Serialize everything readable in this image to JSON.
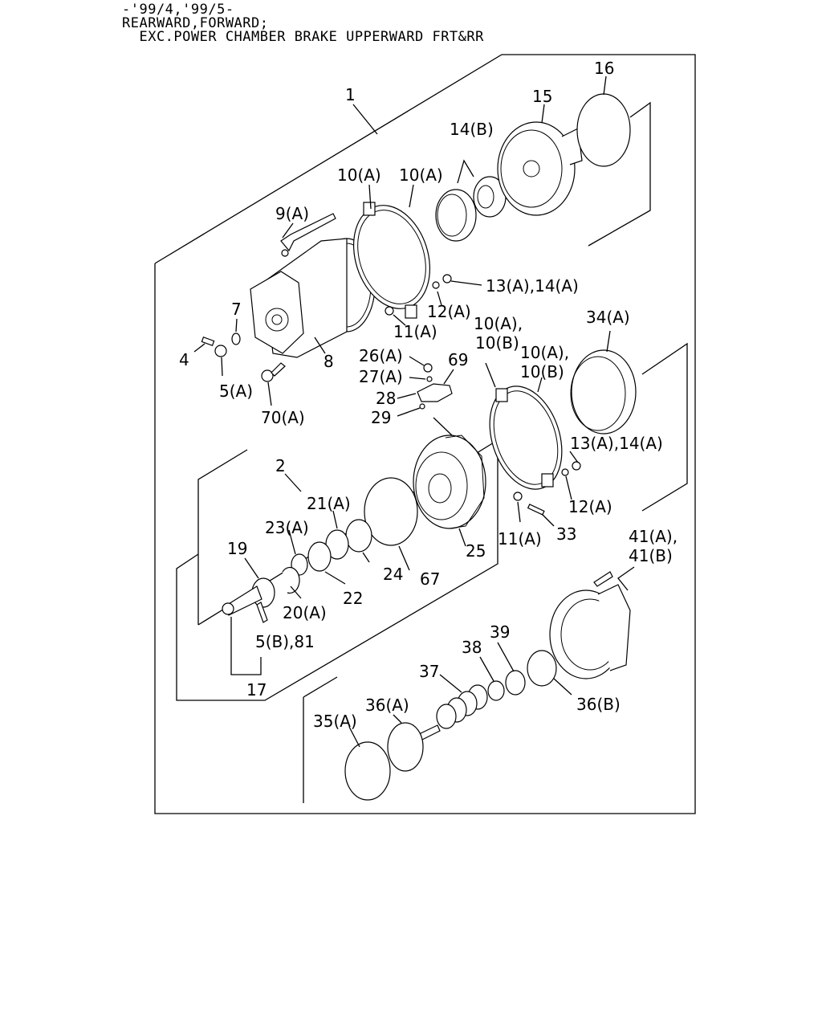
{
  "header": {
    "line1": "-'99/4,'99/5-",
    "line2": "REARWARD,FORWARD;",
    "line3": "  EXC.POWER CHAMBER BRAKE UPPERWARD FRT&RR"
  },
  "callouts": {
    "c1": "1",
    "c2": "2",
    "c4": "4",
    "c5a": "5(A)",
    "c5b": "5(B),81",
    "c7": "7",
    "c8": "8",
    "c9a": "9(A)",
    "c10a_1": "10(A)",
    "c10a_2": "10(A)",
    "c10ab_1": "10(A),",
    "c10b_1": "10(B)",
    "c10ab_2": "10(A),",
    "c10b_2": "10(B)",
    "c11a_1": "11(A)",
    "c11a_2": "11(A)",
    "c12a_1": "12(A)",
    "c12a_2": "12(A)",
    "c13_1": "13(A),14(A)",
    "c13_2": "13(A),14(A)",
    "c14b": "14(B)",
    "c15": "15",
    "c16": "16",
    "c17": "17",
    "c19": "19",
    "c20a": "20(A)",
    "c21a": "21(A)",
    "c22": "22",
    "c23a": "23(A)",
    "c24": "24",
    "c25": "25",
    "c26a": "26(A)",
    "c27a": "27(A)",
    "c28": "28",
    "c29": "29",
    "c33": "33",
    "c34a": "34(A)",
    "c35a": "35(A)",
    "c36a": "36(A)",
    "c36b": "36(B)",
    "c37": "37",
    "c38": "38",
    "c39": "39",
    "c41a": "41(A),",
    "c41b": "41(B)",
    "c67": "67",
    "c69": "69",
    "c70a": "70(A)"
  }
}
